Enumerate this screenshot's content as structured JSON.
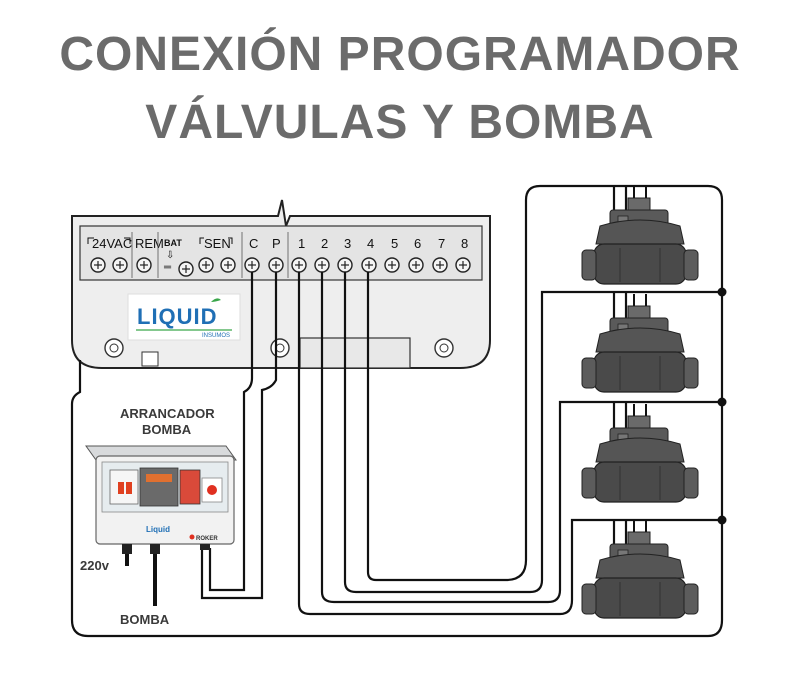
{
  "title": {
    "line1": "CONEXIÓN PROGRAMADOR",
    "line2": "VÁLVULAS Y BOMBA"
  },
  "controller": {
    "terminal_groups": [
      {
        "id": "24vac",
        "label": "24VAC"
      },
      {
        "id": "rem",
        "label": "REM"
      },
      {
        "id": "bat",
        "label": "BAT"
      },
      {
        "id": "sen",
        "label": "SEN"
      },
      {
        "id": "c",
        "label": "C"
      },
      {
        "id": "p",
        "label": "P"
      },
      {
        "id": "z1",
        "label": "1"
      },
      {
        "id": "z2",
        "label": "2"
      },
      {
        "id": "z3",
        "label": "3"
      },
      {
        "id": "z4",
        "label": "4"
      },
      {
        "id": "z5",
        "label": "5"
      },
      {
        "id": "z6",
        "label": "6"
      },
      {
        "id": "z7",
        "label": "7"
      },
      {
        "id": "z8",
        "label": "8"
      }
    ],
    "logo_text": "LIQUID",
    "logo_sub": "INSUMOS"
  },
  "starter": {
    "title_line1": "ARRANCADOR",
    "title_line2": "BOMBA",
    "power_label": "220v",
    "pump_label": "BOMBA",
    "logo_text": "Liquid",
    "brand_text": "ROKER"
  },
  "valves": {
    "count": 4
  },
  "colors": {
    "title": "#6b6b6b",
    "wire": "#111111",
    "logo_blue": "#1f6fb5",
    "logo_green": "#3aa64a",
    "valve_body": "#4a4a4a"
  }
}
